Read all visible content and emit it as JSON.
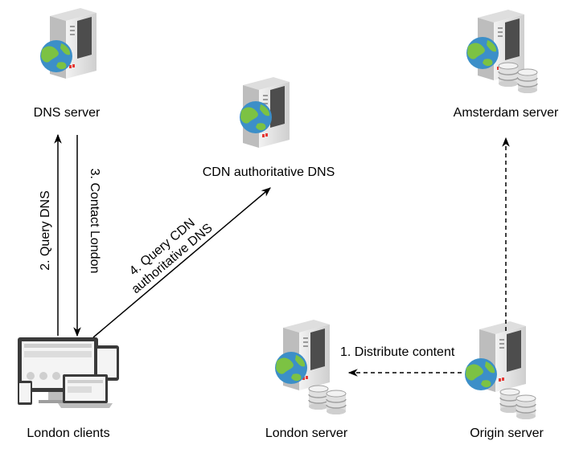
{
  "nodes": {
    "dns_server": {
      "label": "DNS server",
      "icon": "server-globe-icon"
    },
    "cdn_dns": {
      "label": "CDN authoritative DNS",
      "icon": "server-globe-icon"
    },
    "amsterdam": {
      "label": "Amsterdam server",
      "icon": "server-globe-database-icon"
    },
    "london_clients": {
      "label": "London clients",
      "icon": "devices-icon"
    },
    "london_server": {
      "label": "London server",
      "icon": "server-globe-database-icon"
    },
    "origin": {
      "label": "Origin server",
      "icon": "server-database-icon"
    }
  },
  "edges": {
    "query_dns": "2. Query DNS",
    "contact_london": "3. Contact London",
    "query_cdn_line1": "4. Query CDN",
    "query_cdn_line2": "authoritative  DNS",
    "distribute": "1. Distribute content"
  },
  "colors": {
    "server_light": "#e6e6e6",
    "server_mid": "#b9b9b9",
    "server_dark": "#4d4d4d",
    "globe_ocean": "#3c8fc8",
    "globe_land": "#7cc243",
    "indicator_red": "#e53935",
    "arrow": "#000000"
  }
}
